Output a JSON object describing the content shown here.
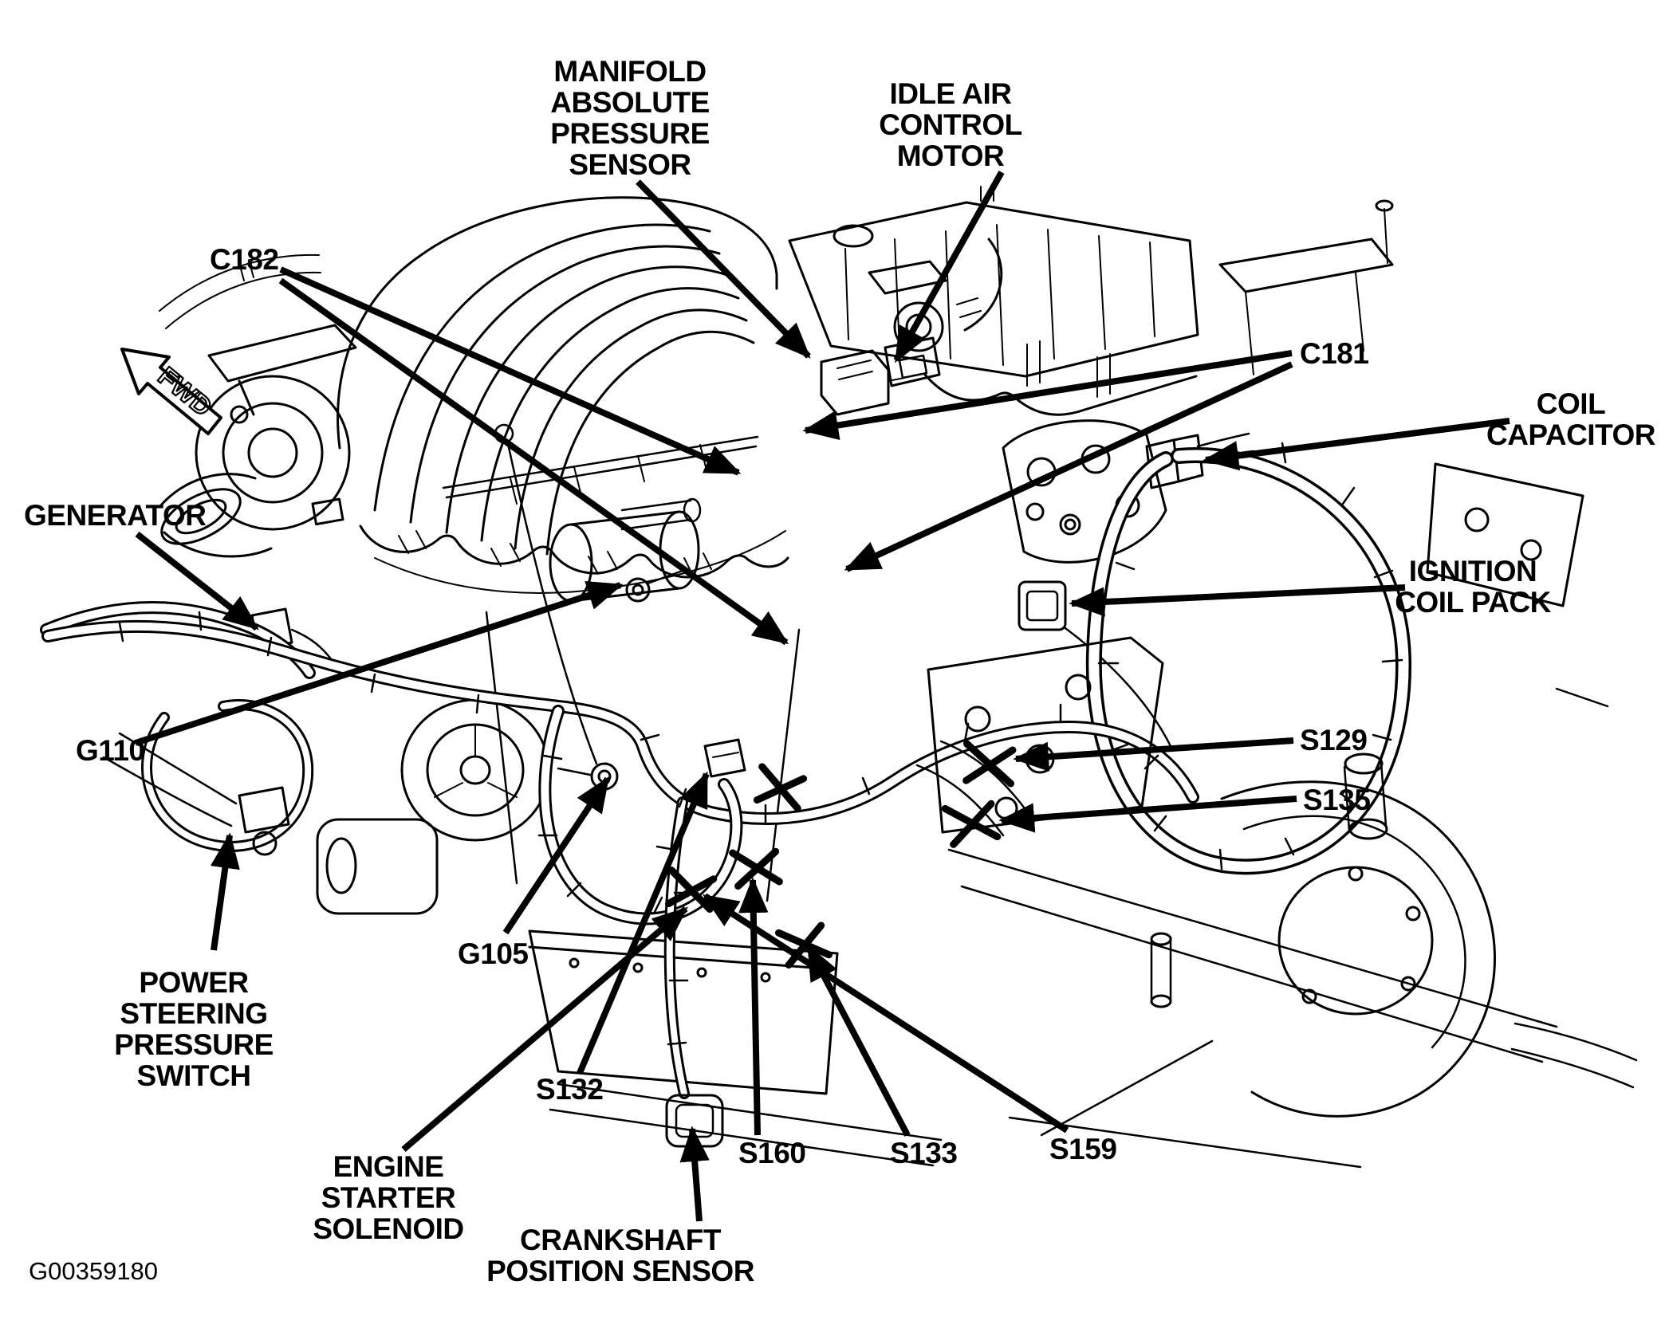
{
  "figure": {
    "id": "G00359180",
    "orientation_arrow": "FWD",
    "type": "engine wiring component location diagram",
    "colors": {
      "ink": "#000000",
      "background": "#ffffff"
    }
  },
  "labels": {
    "map_sensor": {
      "lines": [
        "MANIFOLD",
        "ABSOLUTE",
        "PRESSURE",
        "SENSOR"
      ]
    },
    "iac_motor": {
      "lines": [
        "IDLE AIR",
        "CONTROL",
        "MOTOR"
      ]
    },
    "c182": {
      "text": "C182"
    },
    "c181": {
      "text": "C181"
    },
    "coil_capacitor": {
      "lines": [
        "COIL",
        "CAPACITOR"
      ]
    },
    "generator": {
      "text": "GENERATOR"
    },
    "ignition_coil_pack": {
      "lines": [
        "IGNITION",
        "COIL PACK"
      ]
    },
    "g110": {
      "text": "G110"
    },
    "s129": {
      "text": "S129"
    },
    "s135": {
      "text": "S135"
    },
    "power_steering": {
      "lines": [
        "POWER",
        "STEERING",
        "PRESSURE",
        "SWITCH"
      ]
    },
    "g105": {
      "text": "G105"
    },
    "s132": {
      "text": "S132"
    },
    "engine_starter_solenoid": {
      "lines": [
        "ENGINE",
        "STARTER",
        "SOLENOID"
      ]
    },
    "s160": {
      "text": "S160"
    },
    "s133": {
      "text": "S133"
    },
    "s159": {
      "text": "S159"
    },
    "crankshaft_position_sensor": {
      "lines": [
        "CRANKSHAFT",
        "POSITION SENSOR"
      ]
    }
  }
}
